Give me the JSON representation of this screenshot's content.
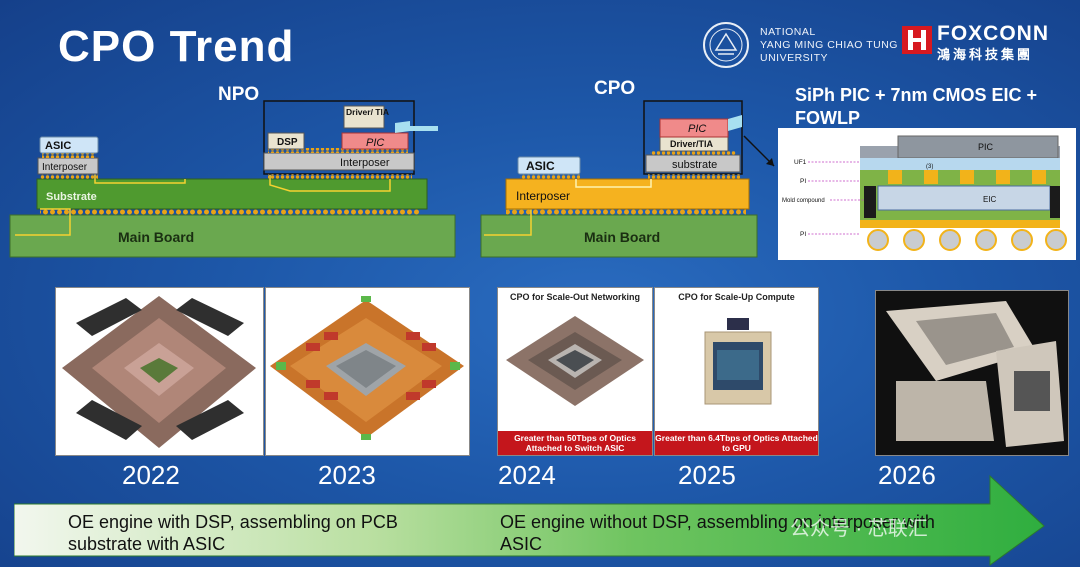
{
  "slide": {
    "title": "CPO Trend"
  },
  "logos": {
    "nycu_line1": "NATIONAL",
    "nycu_line2": "YANG MING CHIAO TUNG",
    "nycu_line3": "UNIVERSITY",
    "foxconn_en": "FOXCONN",
    "foxconn_cn": "鴻海科技集團"
  },
  "npo": {
    "heading": "NPO",
    "asic": "ASIC",
    "interposer_left": "Interposer",
    "substrate": "Substrate",
    "main_board": "Main Board",
    "dsp": "DSP",
    "driver_tia": "Driver/ TIA",
    "pic": "PIC",
    "interposer_right": "Interposer"
  },
  "cpo": {
    "heading": "CPO",
    "asic": "ASIC",
    "interposer": "Interposer",
    "main_board": "Main Board",
    "pic": "PIC",
    "driver_tia": "Driver/TIA",
    "substrate": "substrate"
  },
  "siph": {
    "heading": "SiPh PIC + 7nm CMOS EIC + FOWLP",
    "pic": "PIC",
    "eic": "EIC",
    "uf1": "UF1",
    "pi_top": "PI",
    "mold": "Mold compound",
    "pi_bottom": "PI",
    "dim": "(3)"
  },
  "timeline": {
    "years": [
      "2022",
      "2023",
      "2024",
      "2025",
      "2026"
    ],
    "cap_2024_title": "CPO for Scale-Out Networking",
    "cap_2024_bottom": "Greater than 50Tbps of Optics Attached to Switch ASIC",
    "cap_2025_title": "CPO for Scale-Up Compute",
    "cap_2025_bottom": "Greater than 6.4Tbps of Optics Attached to GPU"
  },
  "arrow": {
    "left_text": "OE engine with DSP,  assembling on PCB substrate with ASIC",
    "right_text": "OE engine without DSP,  assembling on interposer with ASIC"
  },
  "watermark": {
    "text": "公众号 · 芯联汇"
  },
  "colors": {
    "background": "#1d57a8",
    "board_green": "#6aa84f",
    "substrate_green": "#4f9a2f",
    "interposer_orange": "#f5b21f",
    "pic_pink": "#f08a8a",
    "asic_blue": "#cfe5f7",
    "arrow_green": "#3eb64a"
  }
}
